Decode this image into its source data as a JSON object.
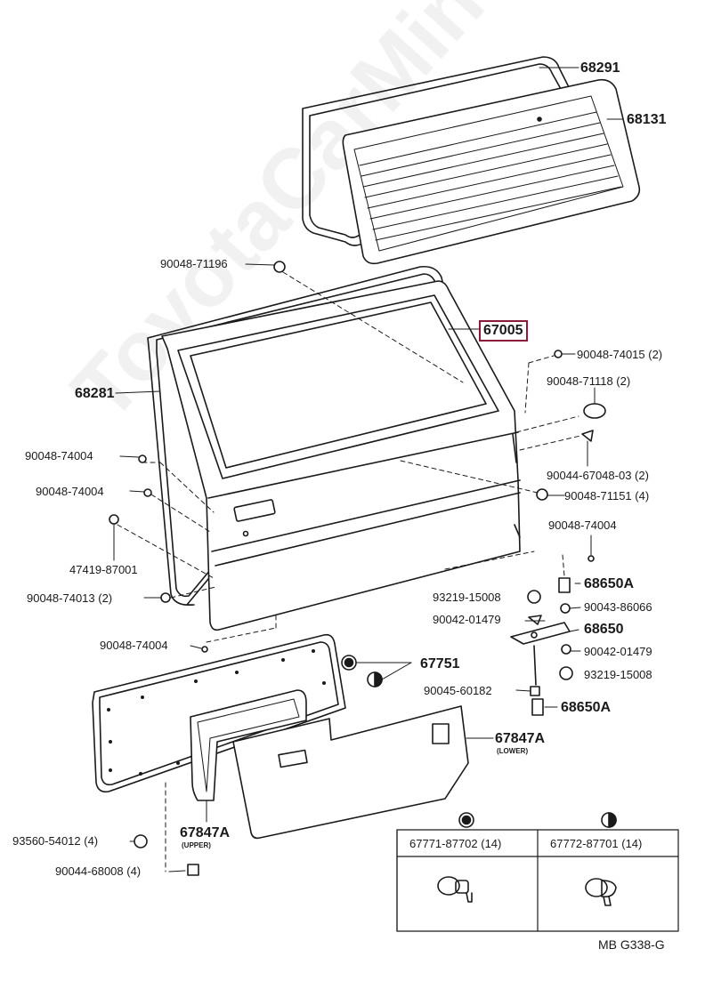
{
  "watermark": "ToyotaCarMine.ru",
  "highlight_color": "#8b1a3a",
  "labels": {
    "p68291": "68291",
    "p68131": "68131",
    "p90048_71196": "90048-71196",
    "p67005": "67005",
    "p90048_74015": "90048-74015 (2)",
    "p68281": "68281",
    "p90048_71118": "90048-71118 (2)",
    "p90048_74004_a": "90048-74004",
    "p90048_74004_b": "90048-74004",
    "p90044_67048": "90044-67048-03 (2)",
    "p90048_71151": "90048-71151 (4)",
    "p47419_87001": "47419-87001",
    "p90048_74004_c": "90048-74004",
    "p90048_74013": "90048-74013 (2)",
    "p68650A_top": "68650A",
    "p93219_15008_a": "93219-15008",
    "p90043_86066": "90043-86066",
    "p90042_01479_a": "90042-01479",
    "p68650": "68650",
    "p90048_74004_d": "90048-74004",
    "p67751": "67751",
    "p90042_01479_b": "90042-01479",
    "p93219_15008_b": "93219-15008",
    "p90045_60182": "90045-60182",
    "p68650A_bottom": "68650A",
    "p67847A_lower": "67847A",
    "p67847A_lower_sub": "(LOWER)",
    "p67847A_upper": "67847A",
    "p67847A_upper_sub": "(UPPER)",
    "p93560_54012": "93560-54012 (4)",
    "p90044_68008": "90044-68008 (4)",
    "clip_table": {
      "col1": "67771-87702 (14)",
      "col2": "67772-87701 (14)"
    },
    "ref_code": "MB G338-G"
  }
}
